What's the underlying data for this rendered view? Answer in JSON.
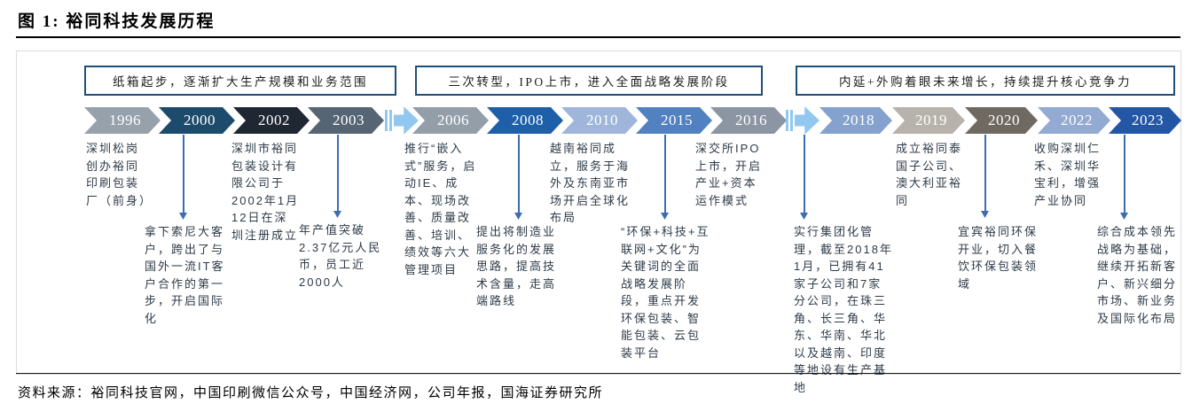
{
  "figure": {
    "title": "图 1:  裕同科技发展历程",
    "source": "资料来源：裕同科技官网，中国印刷微信公众号，中国经济网，公司年报，国海证券研究所"
  },
  "phases": [
    {
      "label": "纸箱起步，逐渐扩大生产规模和业务范围"
    },
    {
      "label": "三次转型，IPO上市，进入全面战略发展阶段"
    },
    {
      "label": "内延+外购着眼未来增长，持续提升核心竞争力"
    }
  ],
  "milestones": [
    {
      "year": "1996",
      "color": "#97a1ac",
      "text": "深圳松岗创办裕同印刷包装厂（前身）"
    },
    {
      "year": "2000",
      "color": "#1d4b6b",
      "text": "拿下索尼大客户，跨出了与国外一流IT客户合作的第一步，开启国际化"
    },
    {
      "year": "2002",
      "color": "#1f2733",
      "text": "深圳市裕同包装设计有限公司于2002年1月12日在深圳注册成立"
    },
    {
      "year": "2003",
      "color": "#566573",
      "text": "年产值突破2.37亿元人民币，员工近2000人"
    },
    {
      "year": "2006",
      "color": "#939ea9",
      "text": "推行“嵌入式”服务，启动IE、成本、现场改善、质量改善、培训、绩效等六大管理项目"
    },
    {
      "year": "2008",
      "color": "#1e5fa9",
      "text": "提出将制造业服务化的发展思路，提高技术含量，走高端路线"
    },
    {
      "year": "2010",
      "color": "#9fb6da",
      "text": "越南裕同成立，服务于海外及东南亚市场开启全球化布局"
    },
    {
      "year": "2015",
      "color": "#5181c1",
      "text": "“环保+科技+互联网+文化”为关键词的全面战略发展阶段，重点开发环保包装、智能包装、云包装平台"
    },
    {
      "year": "2016",
      "color": "#8b95a3",
      "text": "深交所IPO上市，开启产业+资本运作模式"
    },
    {
      "year": "2018",
      "color": "#84a2cd",
      "text": "实行集团化管理，截至2018年1月，已拥有41家子公司和7家分公司，在珠三角、长三角、华东、华南、华北以及越南、印度等地设有生产基地"
    },
    {
      "year": "2019",
      "color": "#b7b3ac",
      "text": "成立裕同泰国子公司、澳大利亚裕同"
    },
    {
      "year": "2020",
      "color": "#6f6962",
      "text": "宜宾裕同环保开业，切入餐饮环保包装领域"
    },
    {
      "year": "2022",
      "color": "#93aad2",
      "text": "收购深圳仁禾、深圳华宝利，增强产业协同"
    },
    {
      "year": "2023",
      "color": "#2456a6",
      "text": "综合成本领先战略为基础，继续开拓新客户、新兴细分市场、新业务及国际化布局"
    }
  ],
  "colors": {
    "connector": "#3e6cb0",
    "fast_forward": "#92c8f0",
    "phase_border": "#1f4e79",
    "body_text": "#2e3b48"
  }
}
